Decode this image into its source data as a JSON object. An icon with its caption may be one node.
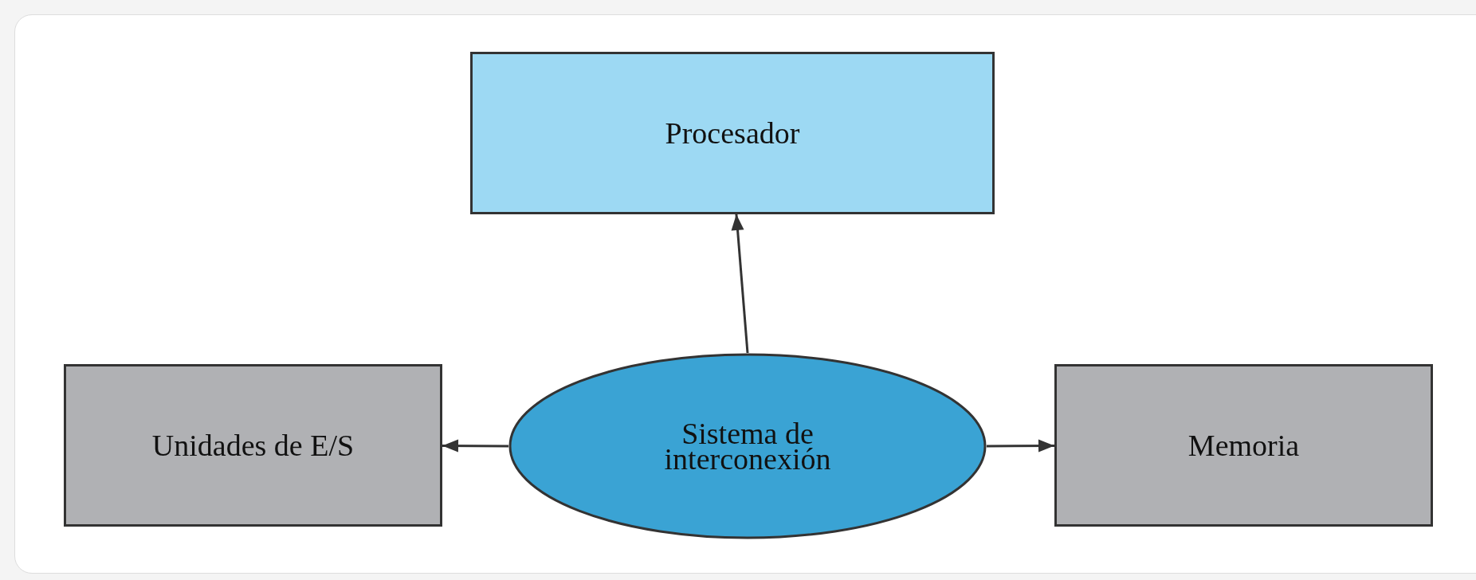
{
  "diagram": {
    "nodes": [
      {
        "text": [
          "Procesador"
        ]
      },
      {
        "text": [
          "Unidades de E/S"
        ]
      },
      {
        "text": [
          "Sistema de interconexión"
        ]
      },
      {
        "text": [
          "Memoria"
        ]
      }
    ],
    "edges": [
      {
        "from": 2,
        "to": 0,
        "arrow": "to"
      },
      {
        "from": 2,
        "to": 1,
        "arrow": "to"
      },
      {
        "from": 2,
        "to": 3,
        "arrow": "to"
      }
    ]
  }
}
